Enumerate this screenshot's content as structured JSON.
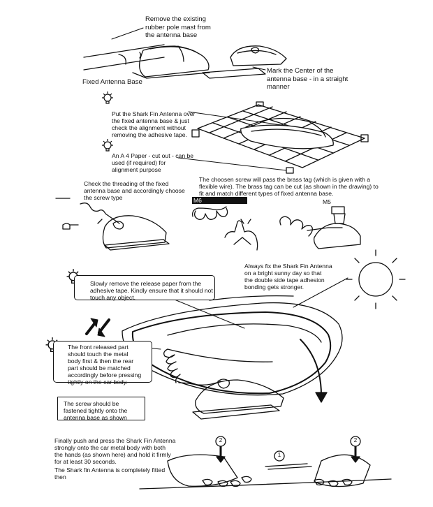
{
  "step1": {
    "label": "Remove the existing\nrubber pole mast from\nthe antenna base"
  },
  "fixed_base": {
    "label": "Fixed Antenna Base"
  },
  "mark_center": {
    "label": "Mark the Center of the\nantenna base - in a straight\nmanner"
  },
  "put_fin": {
    "label": "Put the Shark Fin Antenna over\nthe fixed antenna base & just\ncheck the alignment without\nremoving the adhesive tape."
  },
  "a4_paper": {
    "label": "An A 4 Paper - cut out - can be\nused (if required) for\nalignment purpose"
  },
  "check_thread": {
    "label": "Check the threading of the fixed\nantenna base and accordingly choose\nthe screw type"
  },
  "screw_choice": {
    "label": "The choosen screw will pass the brass tag (which is given with a\nflexible wire). The brass tag can be cut (as shown in the drawing) to\nfit and match different types of fixed antenna base."
  },
  "m6": {
    "label": "M6"
  },
  "m5": {
    "label": "M5"
  },
  "sunny": {
    "label": "Always fix the Shark Fin Antenna\non a bright sunny day so that\nthe double side tape adhesion\nbonding gets stronger."
  },
  "release": {
    "label": "Slowly remove the release paper from the\nadhesive tape. Kindly ensure that it should not\ntouch any object."
  },
  "front_part": {
    "label": "The front released part\nshould touch the metal\nbody first & then the rear\npart should be matched\naccordingly before pressing\ntightly on the car body."
  },
  "fasten": {
    "label": "The screw should be\nfastened tightly onto the\nantenna base as shown"
  },
  "final": {
    "label": "Finally push and press the Shark Fin Antenna\nstrongly onto the car metal body with both\nthe hands (as shown here) and hold it firmly\nfor at least 30 seconds."
  },
  "done": {
    "label": "The Shark fin Antenna is completely fitted\nthen"
  },
  "badges": {
    "press_left": "2",
    "press_right": "2",
    "slide": "1"
  }
}
